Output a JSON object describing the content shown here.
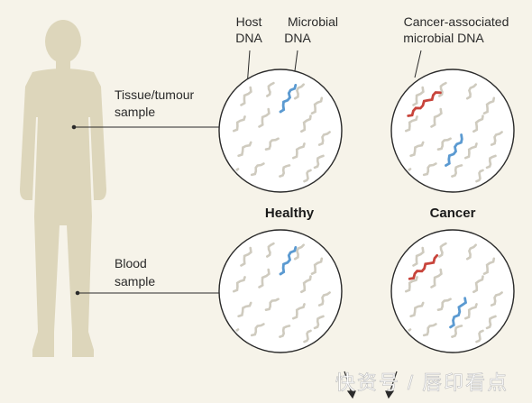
{
  "labels": {
    "host_dna": [
      "Host",
      "DNA"
    ],
    "microbial_dna": [
      "Microbial",
      "DNA"
    ],
    "cancer_dna": [
      "Cancer-associated",
      "microbial DNA"
    ],
    "tissue_sample": [
      "Tissue/tumour",
      "sample"
    ],
    "blood_sample": [
      "Blood",
      "sample"
    ],
    "healthy": "Healthy",
    "cancer": "Cancer"
  },
  "watermark": "快资号 / 唇印看点",
  "colors": {
    "background": "#f6f3e9",
    "silhouette": "#ddd6bb",
    "host_strand": "#cfcbbf",
    "microbial_strand": "#5b9ad1",
    "cancer_strand": "#c8443b",
    "circle_border": "#2a2a2a",
    "circle_fill": "#ffffff"
  },
  "panels": [
    {
      "id": "tissue-healthy",
      "condition": "Healthy",
      "sample": "Tissue/tumour"
    },
    {
      "id": "tissue-cancer",
      "condition": "Cancer",
      "sample": "Tissue/tumour"
    },
    {
      "id": "blood-healthy",
      "condition": "Healthy",
      "sample": "Blood"
    },
    {
      "id": "blood-cancer",
      "condition": "Cancer",
      "sample": "Blood"
    }
  ]
}
